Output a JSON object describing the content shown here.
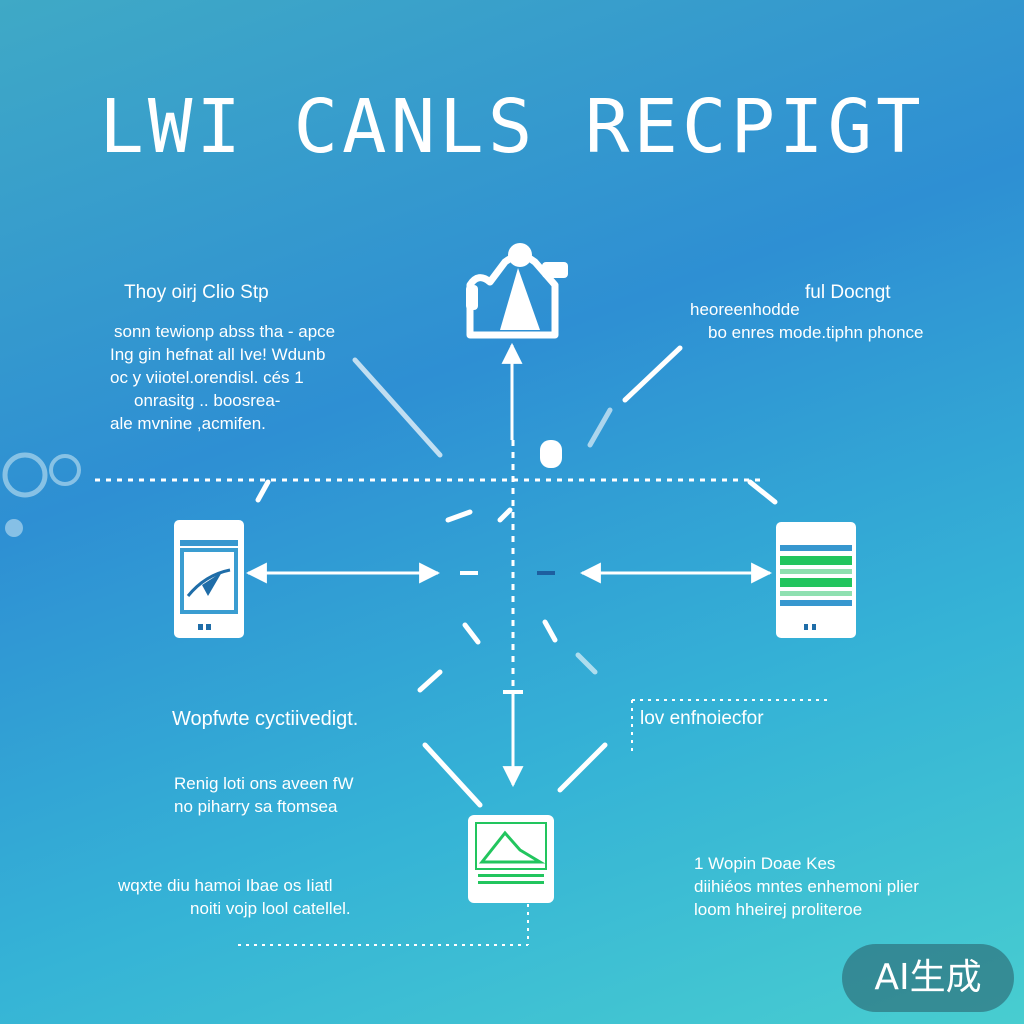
{
  "title": "LWI   CANLS RECPIGT",
  "left_top": {
    "heading": "Thoy oirj Clio  Stp",
    "lines": [
      "sonn tewionp abss tha - apce",
      "Ing gin hefnat all Ive! Wdunb",
      "oc y viiotel.orendisl. cés 1",
      "onrasitg .. boosrea-",
      "ale mvnine ,acmifen."
    ]
  },
  "right_top": {
    "heading": "ful Docngt",
    "lines": [
      "heoreenhodde",
      "bo enres mode.tiphn phonce"
    ]
  },
  "left_mid": {
    "heading": "Wopfwte cyctiivedigt.",
    "lines": [
      "Renig loti ons aveen fW",
      "no piharry  sa ftomsea"
    ]
  },
  "right_mid": {
    "heading": "lov enfnoiecfor"
  },
  "left_bottom": {
    "lines": [
      "wqxte diu hamoi Ibae  os Iiatl",
      "noiti vojp lool catellel."
    ]
  },
  "right_bottom": {
    "lines": [
      "1 Wopin Doae  Kes",
      "diihiéos mntes enhemoni plier",
      "loom hheirej proliteroe"
    ]
  },
  "badge": "AI生成",
  "colors": {
    "accent_green": "#22c55e",
    "line_white": "#ffffff"
  }
}
